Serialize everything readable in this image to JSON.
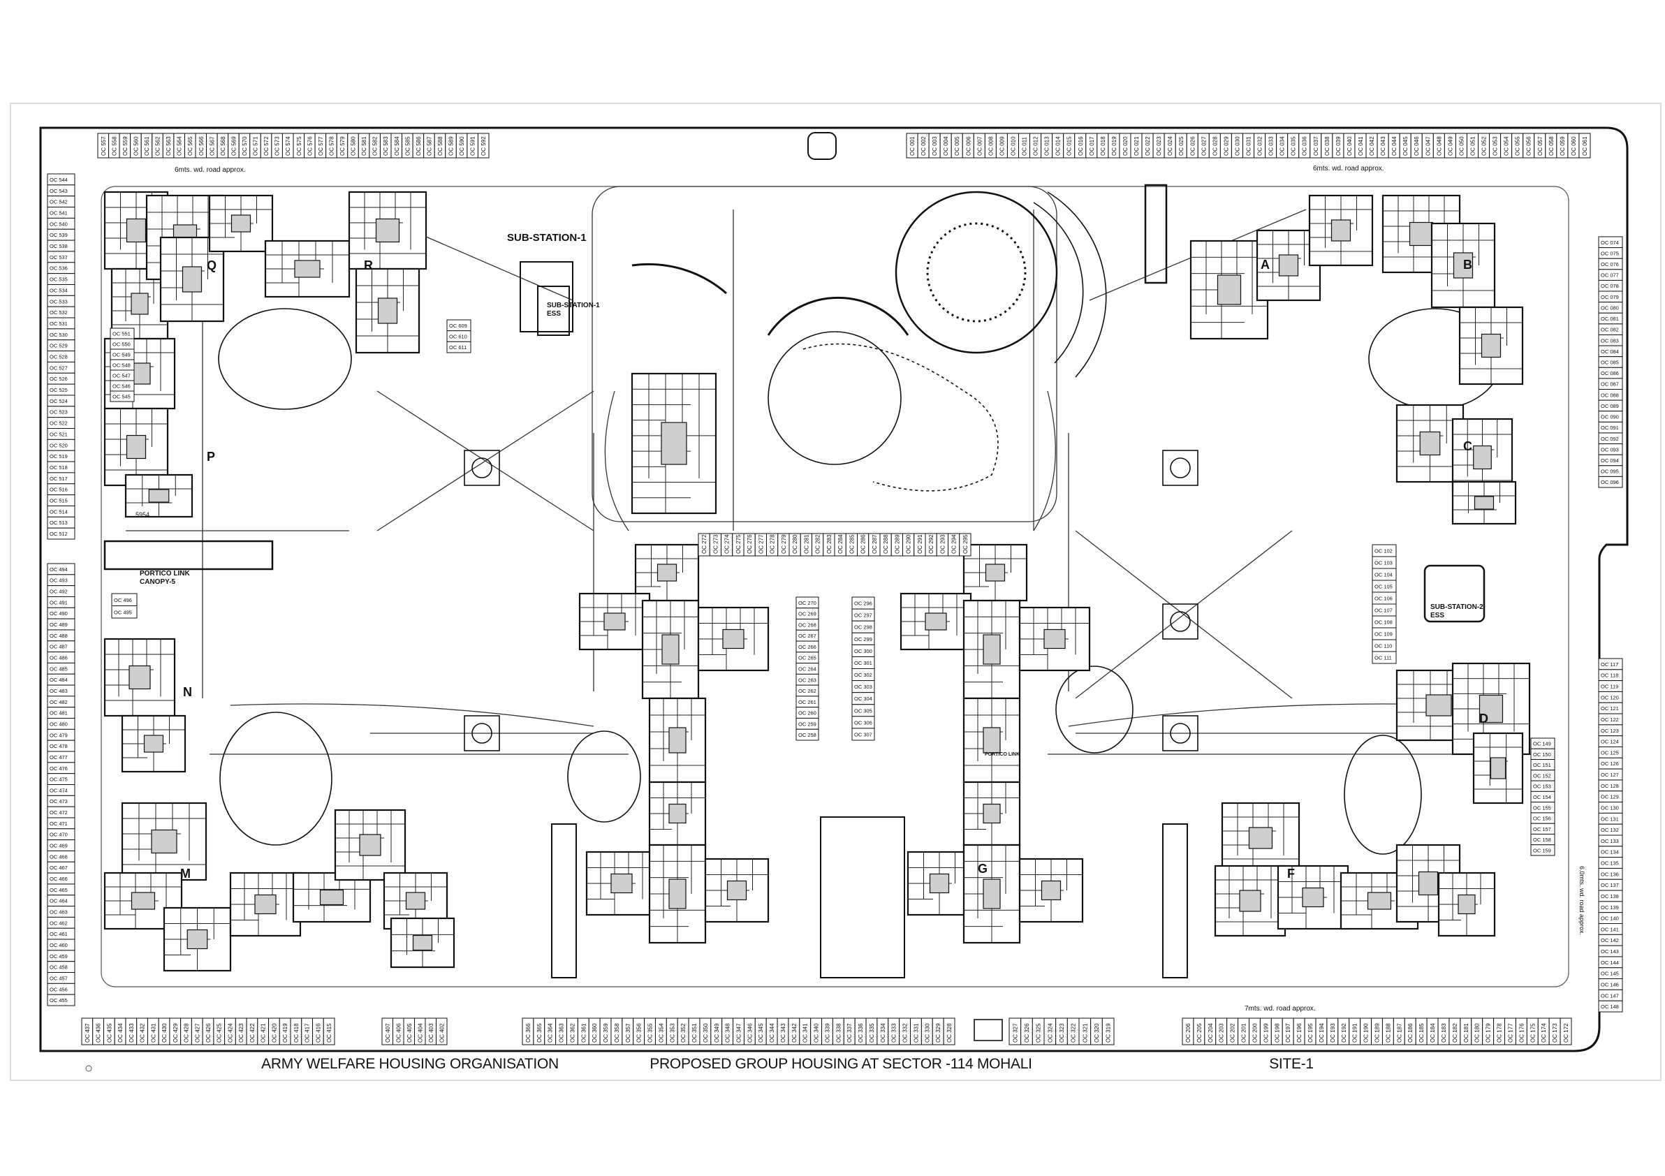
{
  "title_block": {
    "organisation": "ARMY WELFARE HOUSING ORGANISATION",
    "project": "PROPOSED GROUP HOUSING AT SECTOR -114 MOHALI",
    "site": "SITE-1"
  },
  "labels": {
    "road_top_left": "6mts. wd. road approx.",
    "road_top_right": "6mts. wd. road approx.",
    "road_bottom": "7mts. wd. road approx.",
    "road_right": "6.0mts. wd. road approx.",
    "substation_1": "SUB-STATION-1",
    "substation_1_ess": "SUB-STATION-1",
    "substation_1_ess_sub": "ESS",
    "substation_2": "SUB-STATION-2",
    "substation_2_sub": "ESS",
    "portico_1": "PORTICO LINK",
    "portico_2": "CANOPY-5",
    "portico_center": "PORTICO LINK",
    "level_5954": "5954"
  },
  "towers": [
    "A",
    "B",
    "C",
    "D",
    "F",
    "G",
    "M",
    "N",
    "P",
    "Q",
    "R"
  ],
  "parking": {
    "prefix": "OC",
    "rows": [
      {
        "id": "top_left",
        "from": 557,
        "to": 592
      },
      {
        "id": "top_right",
        "from": 1,
        "to": 61
      },
      {
        "id": "left_upper",
        "from": 544,
        "to": 512
      },
      {
        "id": "left_lower",
        "from": 494,
        "to": 455
      },
      {
        "id": "right_upper",
        "from": 74,
        "to": 96
      },
      {
        "id": "right_lower",
        "from": 117,
        "to": 148
      },
      {
        "id": "bottom_a",
        "from": 437,
        "to": 415
      },
      {
        "id": "bottom_b",
        "from": 407,
        "to": 402
      },
      {
        "id": "bottom_c",
        "from": 366,
        "to": 328
      },
      {
        "id": "bottom_d",
        "from": 327,
        "to": 319
      },
      {
        "id": "bottom_e",
        "from": 206,
        "to": 172
      },
      {
        "id": "center_top",
        "from": 272,
        "to": 295
      },
      {
        "id": "center_left",
        "from": 270,
        "to": 258
      },
      {
        "id": "center_right",
        "from": 296,
        "to": 307
      },
      {
        "id": "inner_left",
        "from": 551,
        "to": 545
      },
      {
        "id": "inner_top",
        "from": 609,
        "to": 611
      },
      {
        "id": "inner_496",
        "from": 496,
        "to": 495
      },
      {
        "id": "inner_right",
        "from": 102,
        "to": 111
      },
      {
        "id": "inner_right_b",
        "from": 149,
        "to": 159
      }
    ]
  },
  "colors": {
    "line": "#111111",
    "paper": "#ffffff",
    "frame": "#dddddd"
  }
}
